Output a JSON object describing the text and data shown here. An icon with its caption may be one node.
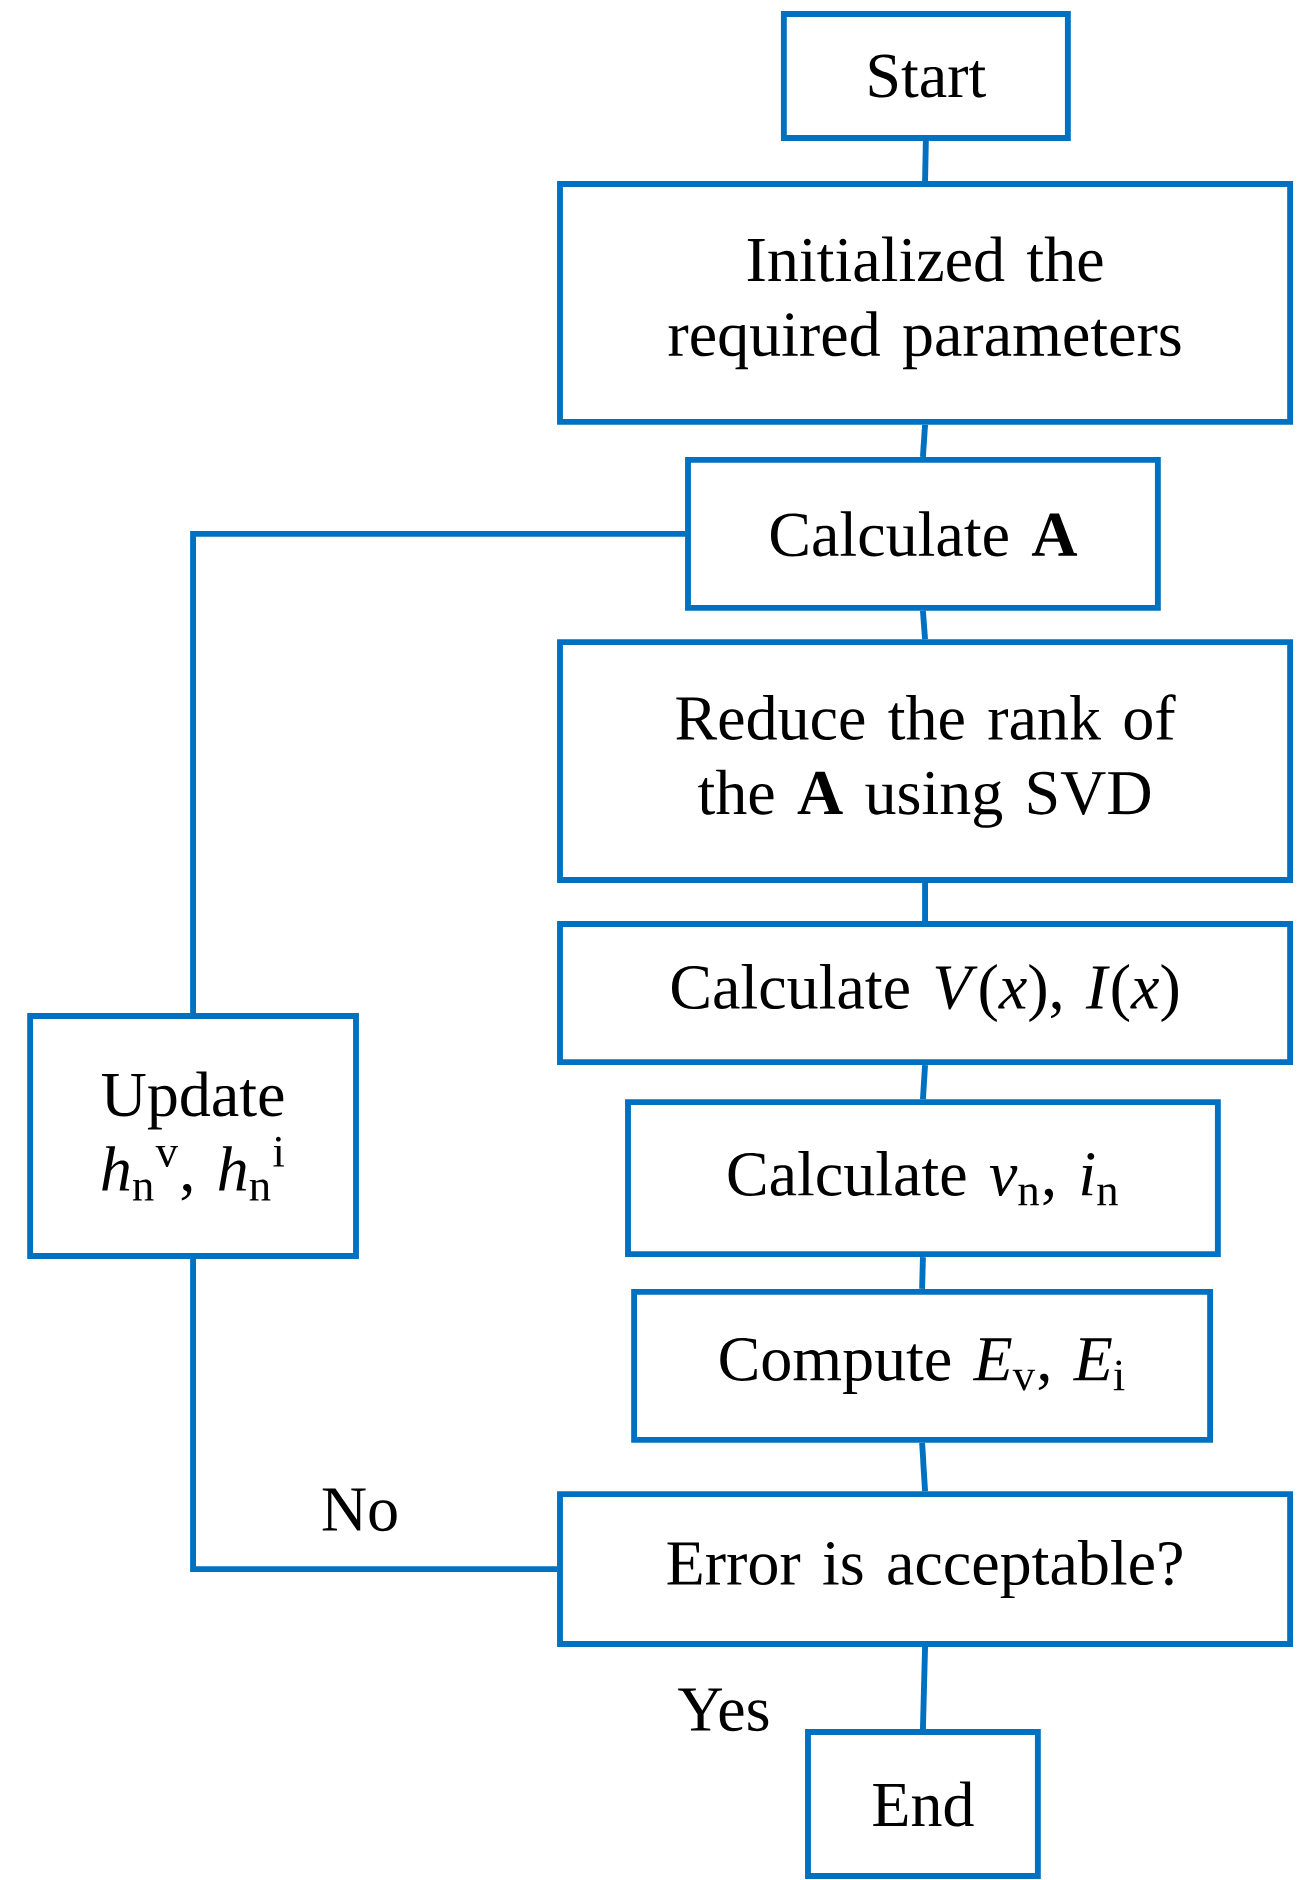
{
  "diagram": {
    "nodes": [
      {
        "text": [
          "Start"
        ]
      },
      {
        "text": [
          "Initialized the required parameters"
        ]
      },
      {
        "text": [
          "Calculate **A**"
        ]
      },
      {
        "text": [
          "Reduce the rank of the **A** using SVD"
        ]
      },
      {
        "text": [
          "Calculate *V*(*x*), *I*(*x*)"
        ]
      },
      {
        "text": [
          "Update *h*$_{n}$$^{v}$, *h*$_{n}$$^{i}$"
        ]
      },
      {
        "text": [
          "Calculate *v*$_{n}$, *i*$_{n}$"
        ]
      },
      {
        "text": [
          "Compute *E*$_{v}$, *E*$_{i}$"
        ]
      },
      {
        "text": [
          "Error is acceptable?"
        ]
      },
      {
        "text": [
          "End"
        ]
      }
    ],
    "edges": [
      {
        "from": 0,
        "to": 1,
        "arrow": "none"
      },
      {
        "from": 1,
        "to": 2,
        "arrow": "none"
      },
      {
        "from": 2,
        "to": 3,
        "arrow": "none"
      },
      {
        "from": 3,
        "to": 4,
        "arrow": "none"
      },
      {
        "from": 4,
        "to": 6,
        "arrow": "none"
      },
      {
        "from": 6,
        "to": 7,
        "arrow": "none"
      },
      {
        "from": 7,
        "to": 8,
        "arrow": "none"
      },
      {
        "from": 8,
        "to": 9,
        "label": "Yes",
        "arrow": "none"
      },
      {
        "from": 8,
        "to": 5,
        "label": "No",
        "arrow": "none"
      },
      {
        "from": 5,
        "to": 2,
        "arrow": "none"
      }
    ]
  }
}
